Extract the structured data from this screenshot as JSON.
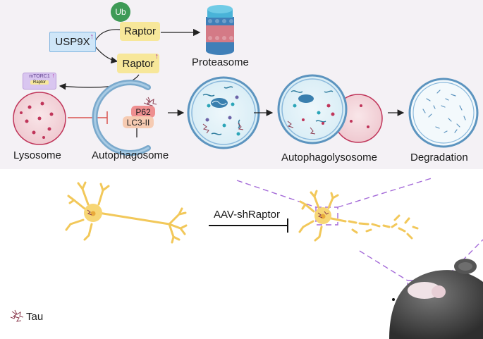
{
  "labels": {
    "ub": "Ub",
    "usp9x": "USP9X",
    "raptor_top": "Raptor",
    "raptor_mid": "Raptor",
    "proteasome": "Proteasome",
    "mtorc1": "mTORC1",
    "raptor_small": "Raptor",
    "p62": "P62",
    "lc3": "LC3-II",
    "lysosome": "Lysosome",
    "autophagosome": "Autophagosome",
    "autophagolysosome": "Autophagolysosome",
    "degradation": "Degradation",
    "aav": "AAV-shRaptor",
    "tau": "Tau"
  },
  "colors": {
    "panel": "#f4f1f5",
    "raptor_box": "#f7e79a",
    "usp9x_box": "#cfe6f8",
    "ub_circle": "#3e9a56",
    "mtorc1_box": "#d9c6f0",
    "lysosome": "#f3d6db",
    "lysosome_dots": "#c0355a",
    "autophagosome": "#7aa9cc",
    "neuron": "#f7d675",
    "inhibit_red": "#d9534f",
    "zoom_lines": "#a46ad8"
  },
  "icons": [
    "up-arrow-icon",
    "tau-icon",
    "proteasome-icon",
    "neuron-icon",
    "mouse-brain-icon"
  ]
}
